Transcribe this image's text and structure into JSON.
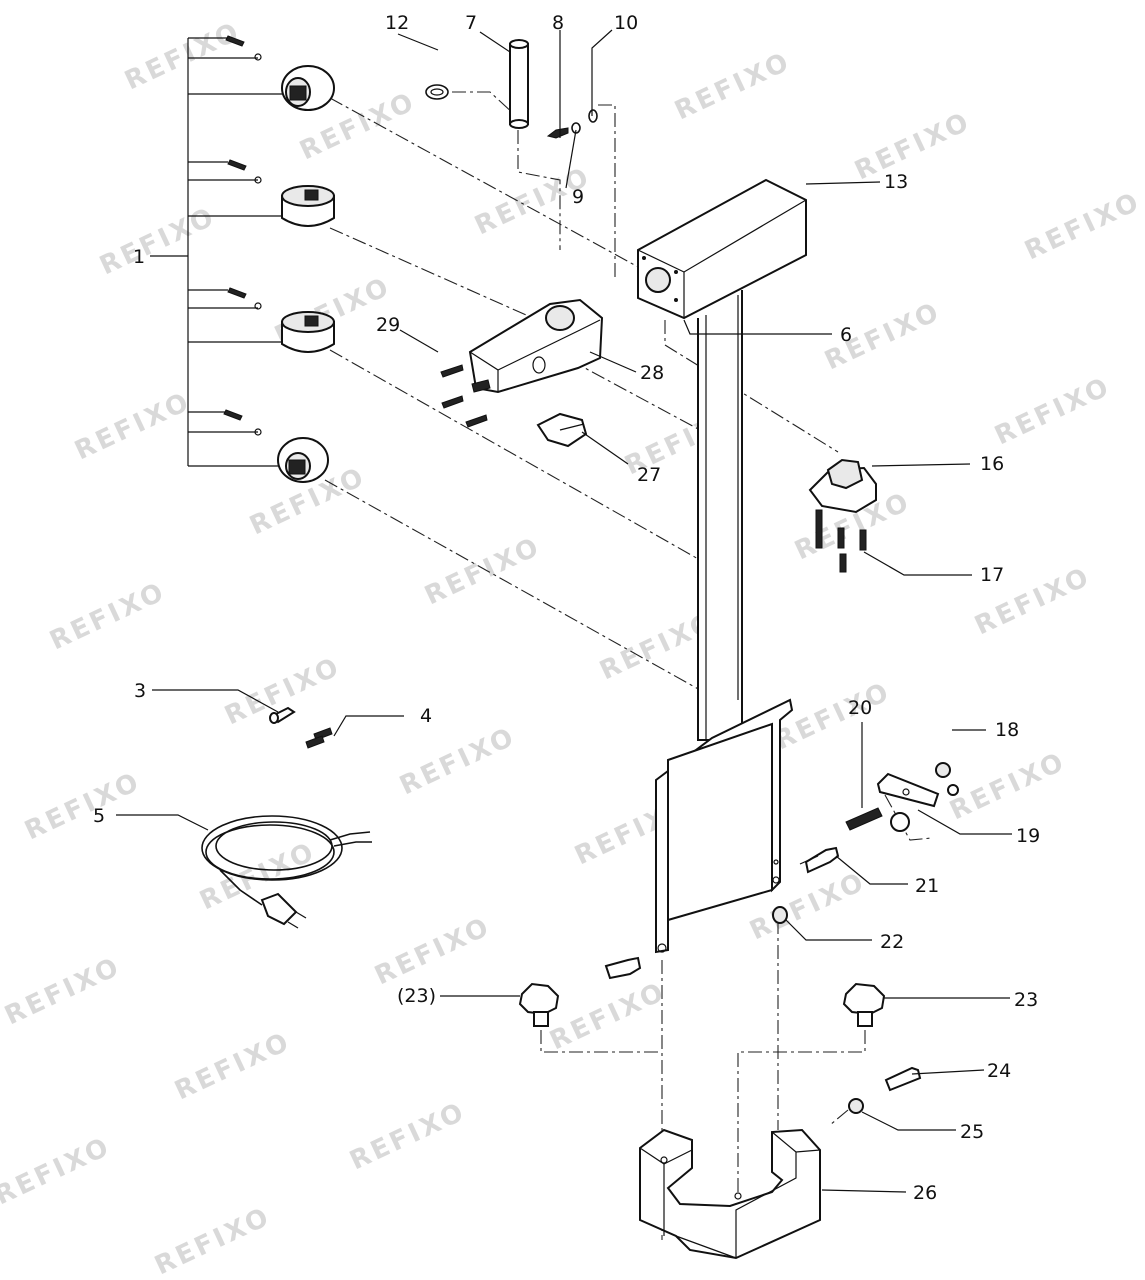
{
  "watermark": "REFIXO",
  "labels": {
    "l1": "1",
    "l3": "3",
    "l4": "4",
    "l5": "5",
    "l6": "6",
    "l7": "7",
    "l8": "8",
    "l9": "9",
    "l10": "10",
    "l12": "12",
    "l13": "13",
    "l16": "16",
    "l17": "17",
    "l18": "18",
    "l19": "19",
    "l20": "20",
    "l21": "21",
    "l22": "22",
    "l23": "23",
    "l23b": "(23)",
    "l24": "24",
    "l25": "25",
    "l26": "26",
    "l27": "27",
    "l28": "28",
    "l29": "29"
  }
}
